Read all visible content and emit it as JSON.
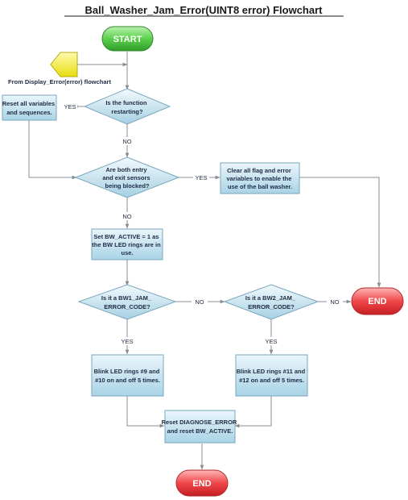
{
  "title": "Ball_Washer_Jam_Error(UINT8 error) Flowchart",
  "colors": {
    "start_fill": "#5ccf4c",
    "end_fill": "#f0474a",
    "process_fill": "#bfe0ef",
    "decision_fill": "#bfe0ef",
    "offpage_fill": "#f5ee30",
    "connector": "#8a8f96",
    "text": "#1f2a44"
  },
  "nodes": {
    "start": "START",
    "offpage_label": "From Display_Error(error) flowchart",
    "reset_vars": [
      "Reset all variables",
      "and sequences."
    ],
    "q_restart": [
      "Is the function",
      "restarting?"
    ],
    "q_sensors": [
      "Are both entry",
      "and exit sensors",
      "being blocked?"
    ],
    "clear_flags": [
      "Clear all flag and error",
      "variables to enable the",
      "use of the ball washer."
    ],
    "set_active": [
      "Set BW_ACTIVE = 1 as",
      "the BW LED rings are in",
      "use."
    ],
    "q_bw1": [
      "Is it a BW1_JAM_",
      "ERROR_CODE?"
    ],
    "q_bw2": [
      "Is it a BW2_JAM_",
      "ERROR_CODE?"
    ],
    "end_right": "END",
    "blink_9_10": [
      "Blink LED rings #9 and",
      "#10 on and off 5 times."
    ],
    "blink_11_12": [
      "Blink LED rings #11 and",
      "#12 on and off 5 times."
    ],
    "reset_diag": [
      "Reset DIAGNOSE_ERROR",
      "and reset BW_ACTIVE."
    ],
    "end_bottom": "END"
  },
  "labels": {
    "yes_restart": "YES",
    "no_restart": "NO",
    "yes_sensors": "YES",
    "no_sensors": "NO",
    "no_bw1": "NO",
    "no_bw2": "NO",
    "yes_bw1": "YES",
    "yes_bw2": "YES"
  }
}
